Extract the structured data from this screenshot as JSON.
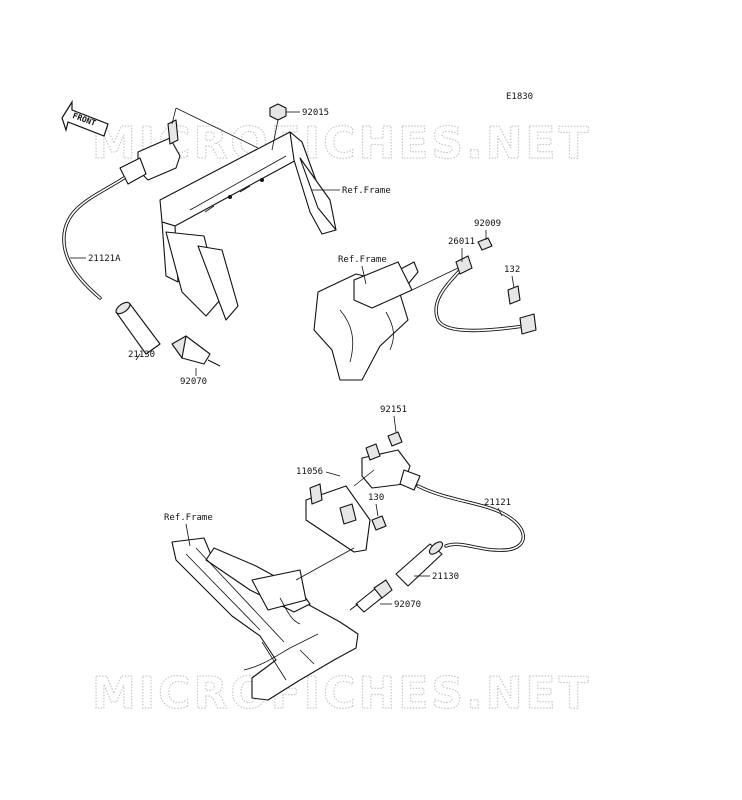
{
  "diagram": {
    "code": "E1830",
    "watermark": "MICROFICHES.NET",
    "front_arrow": "FRONT",
    "labels": {
      "p92015": "92015",
      "ref_frame_top": "Ref.Frame",
      "p21121A": "21121A",
      "p21130_top": "21130",
      "p92070_top": "92070",
      "ref_frame_mid": "Ref.Frame",
      "p92009": "92009",
      "p26011": "26011",
      "p132": "132",
      "p92151": "92151",
      "p11056": "11056",
      "p130": "130",
      "p21121": "21121",
      "ref_frame_bottom": "Ref.Frame",
      "p21130_bottom": "21130",
      "p92070_bottom": "92070"
    }
  }
}
